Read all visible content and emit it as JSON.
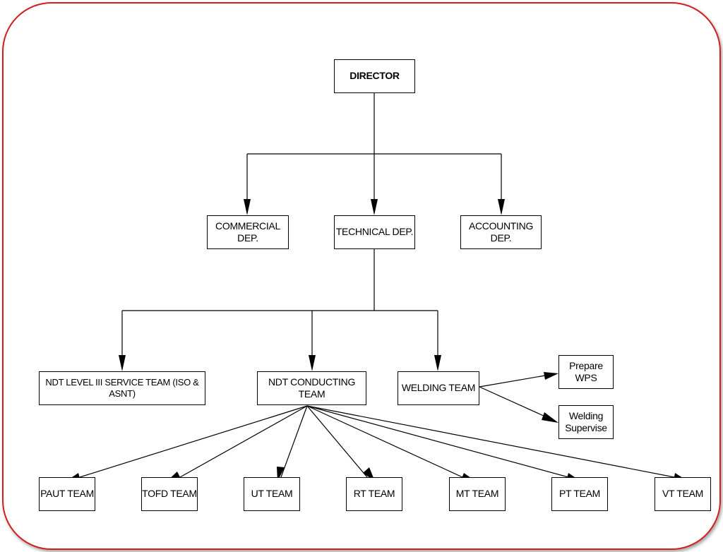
{
  "diagram": {
    "nodes": {
      "director": "DIRECTOR",
      "commercial": "COMMERCIAL DEP.",
      "technical": "TECHNICAL DEP.",
      "accounting": "ACCOUNTING DEP.",
      "ndt_level3": "NDT LEVEL III SERVICE TEAM (ISO & ASNT)",
      "ndt_conducting": "NDT CONDUCTING TEAM",
      "welding": "WELDING TEAM",
      "prepare_wps": "Prepare WPS",
      "welding_supervise": "Welding Supervise",
      "paut": "PAUT TEAM",
      "tofd": "TOFD TEAM",
      "ut": "UT TEAM",
      "rt": "RT TEAM",
      "mt": "MT TEAM",
      "pt": "PT TEAM",
      "vt": "VT TEAM"
    },
    "colors": {
      "frame": "#d21e1e",
      "line": "#000000"
    }
  }
}
